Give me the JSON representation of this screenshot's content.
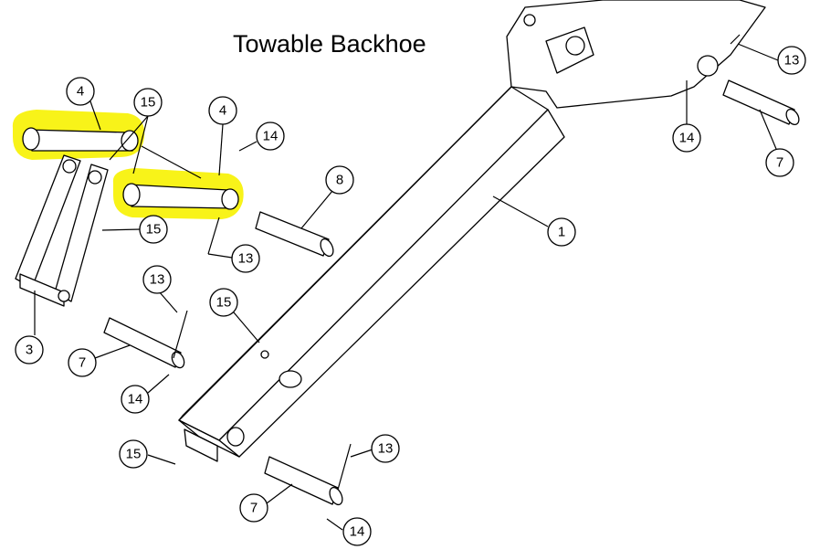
{
  "title": "Towable Backhoe",
  "highlight_color": "#f7f200",
  "callouts": [
    {
      "id": "c-4a",
      "label": "4"
    },
    {
      "id": "c-15a",
      "label": "15"
    },
    {
      "id": "c-4b",
      "label": "4"
    },
    {
      "id": "c-14a",
      "label": "14"
    },
    {
      "id": "c-8",
      "label": "8"
    },
    {
      "id": "c-15b",
      "label": "15"
    },
    {
      "id": "c-13a",
      "label": "13"
    },
    {
      "id": "c-1",
      "label": "1"
    },
    {
      "id": "c-13b",
      "label": "13"
    },
    {
      "id": "c-15c",
      "label": "15"
    },
    {
      "id": "c-3",
      "label": "3"
    },
    {
      "id": "c-7a",
      "label": "7"
    },
    {
      "id": "c-14b",
      "label": "14"
    },
    {
      "id": "c-15d",
      "label": "15"
    },
    {
      "id": "c-13c",
      "label": "13"
    },
    {
      "id": "c-7b",
      "label": "7"
    },
    {
      "id": "c-14c",
      "label": "14"
    },
    {
      "id": "c-13d",
      "label": "13"
    },
    {
      "id": "c-14d",
      "label": "14"
    },
    {
      "id": "c-7c",
      "label": "7"
    }
  ]
}
